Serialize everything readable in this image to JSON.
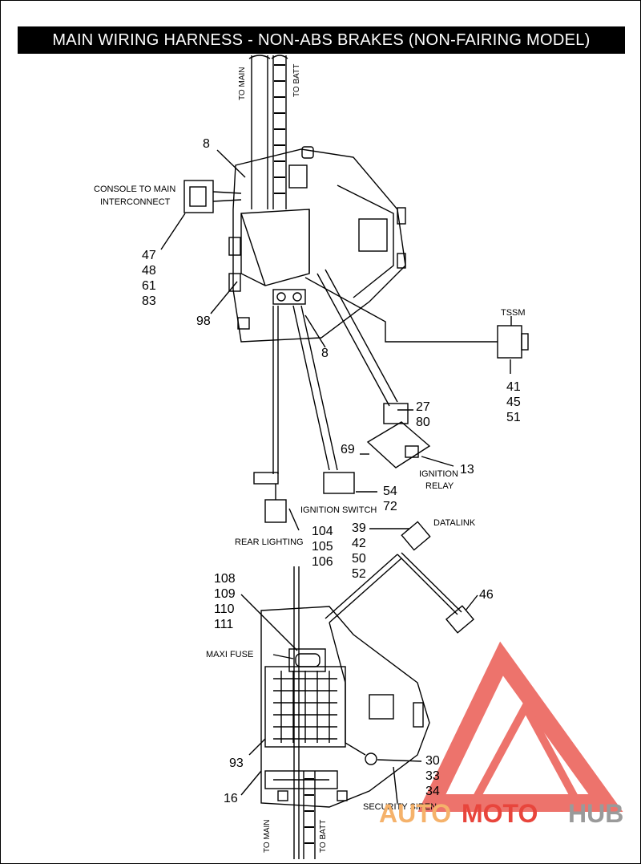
{
  "title": "MAIN WIRING HARNESS - NON-ABS BRAKES (NON-FAIRING MODEL)",
  "top_labels": {
    "to_main": "TO MAIN",
    "to_batt": "TO BATT"
  },
  "bottom_labels": {
    "to_main": "TO MAIN",
    "to_batt": "TO BATT"
  },
  "callouts": {
    "clip_top": "8",
    "console_line1": "CONSOLE TO MAIN",
    "console_line2": "INTERCONNECT",
    "console_nums": [
      "47",
      "48",
      "61",
      "83"
    ],
    "item_98": "98",
    "clip_bottom": "8",
    "tssm": "TSSM",
    "tssm_nums": [
      "41",
      "45",
      "51"
    ],
    "relay_nums": [
      "27",
      "80"
    ],
    "item_69": "69",
    "ignition_relay_line1": "IGNITION",
    "ignition_relay_line2": "RELAY",
    "item_13": "13",
    "ignition_switch": "IGNITION SWITCH",
    "ignition_switch_nums": [
      "54",
      "72"
    ],
    "rear_lighting": "REAR LIGHTING",
    "rear_lighting_nums": [
      "104",
      "105",
      "106"
    ],
    "datalink": "DATALINK",
    "datalink_nums": [
      "39",
      "42",
      "50",
      "52"
    ],
    "item_46": "46",
    "maxi_fuse_nums": [
      "108",
      "109",
      "110",
      "111"
    ],
    "maxi_fuse": "MAXI FUSE",
    "item_93": "93",
    "item_16": "16",
    "siren_nums": [
      "30",
      "33",
      "34"
    ],
    "security_siren": "SECURITY SIREN"
  },
  "watermark": {
    "text_a": "AUTO",
    "text_b": "MOTO",
    "text_c": "HUB"
  },
  "colors": {
    "line": "#000000",
    "watermark_red": "#e8453c",
    "watermark_orange": "#f5b26b",
    "watermark_gray": "#9a9a9a"
  }
}
